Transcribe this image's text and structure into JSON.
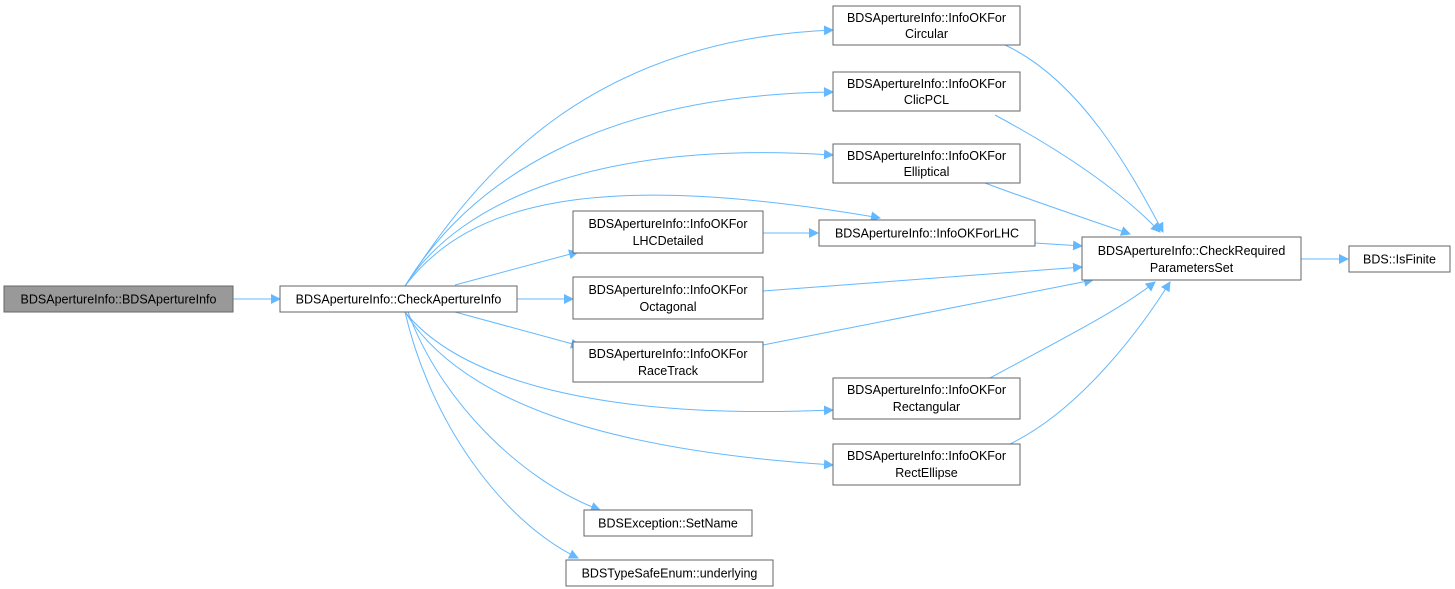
{
  "colors": {
    "edge": "#63b8ff",
    "node_border": "#666666",
    "root_fill": "#999999",
    "node_fill": "#ffffff"
  },
  "nodes": {
    "root": [
      "BDSApertureInfo::BDSApertureInfo"
    ],
    "check_aperture": [
      "BDSApertureInfo::CheckApertureInfo"
    ],
    "ok_circular": [
      "BDSApertureInfo::InfoOKFor",
      "Circular"
    ],
    "ok_clicpcl": [
      "BDSApertureInfo::InfoOKFor",
      "ClicPCL"
    ],
    "ok_elliptical": [
      "BDSApertureInfo::InfoOKFor",
      "Elliptical"
    ],
    "ok_lhcdetailed": [
      "BDSApertureInfo::InfoOKFor",
      "LHCDetailed"
    ],
    "ok_lhc": [
      "BDSApertureInfo::InfoOKForLHC"
    ],
    "ok_octagonal": [
      "BDSApertureInfo::InfoOKFor",
      "Octagonal"
    ],
    "ok_racetrack": [
      "BDSApertureInfo::InfoOKFor",
      "RaceTrack"
    ],
    "ok_rectangular": [
      "BDSApertureInfo::InfoOKFor",
      "Rectangular"
    ],
    "ok_rectellipse": [
      "BDSApertureInfo::InfoOKFor",
      "RectEllipse"
    ],
    "check_required": [
      "BDSApertureInfo::CheckRequired",
      "ParametersSet"
    ],
    "is_finite": [
      "BDS::IsFinite"
    ],
    "set_name": [
      "BDSException::SetName"
    ],
    "underlying": [
      "BDSTypeSafeEnum::underlying"
    ]
  },
  "edges": [
    [
      "root",
      "check_aperture"
    ],
    [
      "check_aperture",
      "ok_circular"
    ],
    [
      "check_aperture",
      "ok_clicpcl"
    ],
    [
      "check_aperture",
      "ok_elliptical"
    ],
    [
      "check_aperture",
      "ok_lhc"
    ],
    [
      "check_aperture",
      "ok_lhcdetailed"
    ],
    [
      "check_aperture",
      "ok_octagonal"
    ],
    [
      "check_aperture",
      "ok_racetrack"
    ],
    [
      "check_aperture",
      "ok_rectangular"
    ],
    [
      "check_aperture",
      "ok_rectellipse"
    ],
    [
      "check_aperture",
      "set_name"
    ],
    [
      "check_aperture",
      "underlying"
    ],
    [
      "ok_circular",
      "check_required"
    ],
    [
      "ok_clicpcl",
      "check_required"
    ],
    [
      "ok_elliptical",
      "check_required"
    ],
    [
      "ok_lhcdetailed",
      "ok_lhc"
    ],
    [
      "ok_lhc",
      "check_required"
    ],
    [
      "ok_octagonal",
      "check_required"
    ],
    [
      "ok_racetrack",
      "check_required"
    ],
    [
      "ok_rectangular",
      "check_required"
    ],
    [
      "ok_rectellipse",
      "check_required"
    ],
    [
      "check_required",
      "is_finite"
    ]
  ]
}
